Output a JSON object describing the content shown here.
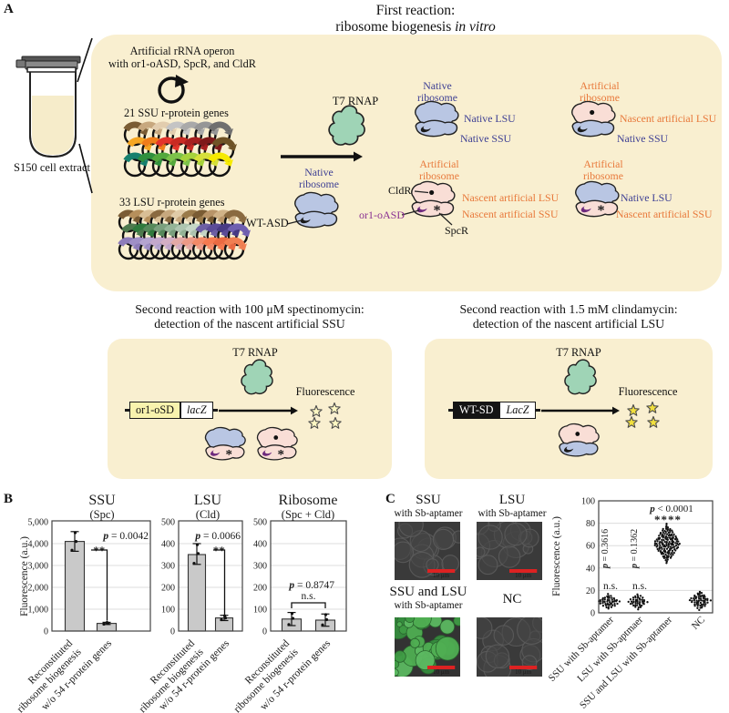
{
  "colors": {
    "box-bg": "#f9efd0",
    "navy": "#3d3f94",
    "orange": "#e8783a",
    "purple": "#8a3192",
    "teal": "#9fd4b6",
    "blue": "#b9c6e3",
    "pink": "#f9ded6",
    "dark-purple": "#6e2a7e",
    "bar": "#c9c9c9",
    "red": "#dd2222",
    "micro-bg": "#3a3a3a",
    "green": "#46a24e",
    "gene-yellow": "#f8f3ae",
    "star-left": "#fdf7c3",
    "star-right": "#f1df3e",
    "grid": "#dcdcdc"
  },
  "panelA": {
    "label": "A",
    "title1": "First reaction:",
    "title2a": "ribosome biogenesis ",
    "title2b": "in vitro",
    "tube_label": "S150 cell extract",
    "operon1": "Artificial rRNA operon",
    "operon2": "with or1-oASD, SpcR, and CldR",
    "ssu_genes": "21 SSU r-protein genes",
    "lsu_genes": "33 LSU r-protein genes",
    "t7": "T7 RNAP",
    "native1": "Native",
    "native2": "ribosome",
    "wt_asd": "WT-ASD",
    "cldr": "CldR",
    "or1_oasd": "or1-oASD",
    "spcr": "SpcR",
    "products": [
      {
        "t1": "Native",
        "t2": "ribosome",
        "lsu": "Native LSU",
        "ssu": "Native SSU"
      },
      {
        "t1": "Artificial",
        "t2": "ribosome",
        "lsu": "Nascent artificial LSU",
        "ssu": "Native SSU"
      },
      {
        "t1": "Artificial",
        "t2": "ribosome",
        "lsu": "Nascent artificial LSU",
        "ssu": "Nascent artificial SSU"
      },
      {
        "t1": "Artificial",
        "t2": "ribosome",
        "lsu": "Native LSU",
        "ssu": "Nascent artificial SSU"
      }
    ],
    "gene_colors_ssu": [
      [
        "#7a5c34",
        "#c7a87e",
        "#e2cdae",
        "#c4c4c4",
        "#a9a9a9",
        "#969696",
        "#6f6f6f"
      ],
      [
        "#f5a623",
        "#ef7d1a",
        "#e3342b",
        "#c92a23",
        "#a61f1f",
        "#7e1a1a",
        "#6f5326"
      ],
      [
        "#16806e",
        "#2f8f3d",
        "#53a83c",
        "#7cc24a",
        "#a6d23c",
        "#d6e03a",
        "#f6ea00"
      ]
    ],
    "gene_colors_lsu": [
      [
        "#7a5c34",
        "#b6905c",
        "#d9bf96",
        "#8a6a40",
        "#c7a87e",
        "#e0cba8",
        "#9a7a4a",
        "#7a5c34",
        "#b89468",
        "#d0b287",
        "#8a6a40"
      ],
      [
        "#4e7a4e",
        "#2f7a3d",
        "#56895b",
        "#7aa07e",
        "#94b497",
        "#aec5b0",
        "#c5d6c6",
        "#6d5fa4",
        "#5b4b97",
        "#483a85",
        "#6f5fb0"
      ],
      [
        "#8d7cba",
        "#9f8fc6",
        "#b4a4d0",
        "#c3a8cc",
        "#d3aec4",
        "#e3a9a6",
        "#ec9a87",
        "#f28a68",
        "#f57a50",
        "#ea6a42",
        "#f07f52"
      ]
    ]
  },
  "reaction_left": {
    "title1": "Second reaction with 100 μM spectinomycin:",
    "title2": "detection of the nascent artificial SSU",
    "t7": "T7 RNAP",
    "box1": "or1-oSD",
    "box2": "lacZ",
    "fluorescence": "Fluorescence"
  },
  "reaction_right": {
    "title1": "Second reaction with 1.5 mM clindamycin:",
    "title2": "detection of the nascent artificial LSU",
    "t7": "T7 RNAP",
    "box1": "WT-SD",
    "box2": "LacZ",
    "fluorescence": "Fluorescence"
  },
  "panelB": {
    "label": "B"
  },
  "panelC": {
    "label": "C",
    "images": [
      {
        "t1": "SSU",
        "t2": "with Sb-aptamer",
        "mode": "gray"
      },
      {
        "t1": "LSU",
        "t2": "with Sb-aptamer",
        "mode": "gray"
      },
      {
        "t1": "SSU and LSU",
        "t2": "with Sb-aptamer",
        "mode": "green"
      },
      {
        "t1": "NC",
        "t2": "",
        "mode": "gray"
      }
    ],
    "scalebar": "10 μm"
  },
  "chart_data": [
    {
      "type": "bar",
      "title": "SSU",
      "subtitle": "(Spc)",
      "ylabel": "Fluorescence (a.u.)",
      "xlabel": "",
      "ylim": [
        0,
        5000
      ],
      "yticks": [
        "0",
        "1,000",
        "2,000",
        "3,000",
        "4,000",
        "5,000"
      ],
      "categories": [
        "Reconstituted ribosome biogenesis",
        "w/o 54 r-protein genes"
      ],
      "categories_lines": [
        [
          "Reconstituted",
          "ribosome biogenesis"
        ],
        [
          "w/o 54 r-protein genes"
        ]
      ],
      "values": [
        4100,
        350
      ],
      "error_low": [
        3650,
        300
      ],
      "error_high": [
        4550,
        400
      ],
      "points": [
        [
          3700,
          4100,
          4500
        ],
        [
          315,
          350,
          390
        ]
      ],
      "p_value": "p = 0.0042",
      "significance": "**",
      "grid": true
    },
    {
      "type": "bar",
      "title": "LSU",
      "subtitle": "(Cld)",
      "ylabel": "",
      "xlabel": "",
      "ylim": [
        0,
        500
      ],
      "yticks": [
        "0",
        "100",
        "200",
        "300",
        "400",
        "500"
      ],
      "categories": [
        "Reconstituted ribosome biogenesis",
        "w/o 54 r-protein genes"
      ],
      "categories_lines": [
        [
          "Reconstituted",
          "ribosome biogenesis"
        ],
        [
          "w/o 54 r-protein genes"
        ]
      ],
      "values": [
        350,
        60
      ],
      "error_low": [
        305,
        48
      ],
      "error_high": [
        400,
        72
      ],
      "points": [
        [
          310,
          355,
          395
        ],
        [
          52,
          60,
          70
        ]
      ],
      "p_value": "p = 0.0066",
      "significance": "**",
      "grid": true
    },
    {
      "type": "bar",
      "title": "Ribosome",
      "subtitle": "(Spc + Cld)",
      "ylabel": "",
      "xlabel": "",
      "ylim": [
        0,
        500
      ],
      "yticks": [
        "0",
        "100",
        "200",
        "300",
        "400",
        "500"
      ],
      "categories": [
        "Reconstituted ribosome biogenesis",
        "w/o 54 r-protein genes"
      ],
      "categories_lines": [
        [
          "Reconstituted",
          "ribosome biogenesis"
        ],
        [
          "w/o 54 r-protein genes"
        ]
      ],
      "values": [
        55,
        50
      ],
      "error_low": [
        25,
        22
      ],
      "error_high": [
        85,
        78
      ],
      "points": [
        [
          30,
          58,
          80
        ],
        [
          28,
          52,
          75
        ]
      ],
      "p_value": "p = 0.8747",
      "significance": "n.s.",
      "grid": true
    },
    {
      "type": "beeswarm",
      "title": "",
      "ylabel": "Fluorescence (a.u.)",
      "xlabel": "",
      "ylim": [
        0,
        100
      ],
      "yticks": [
        "0",
        "20",
        "40",
        "60",
        "80",
        "100"
      ],
      "categories": [
        "SSU with Sb-aptamer",
        "LSU with Sb-aptmaer",
        "SSU and LSU with Sb-aptamer",
        "NC"
      ],
      "clusters": [
        {
          "median": 10,
          "range": [
            4,
            17
          ],
          "n": 55
        },
        {
          "median": 10,
          "range": [
            5,
            15
          ],
          "n": 55
        },
        {
          "median": 62,
          "range": [
            45,
            80
          ],
          "n": 60
        },
        {
          "median": 11,
          "range": [
            4,
            20
          ],
          "n": 55
        }
      ],
      "annotations": [
        {
          "text": "p = 0.3616",
          "sub": "n.s."
        },
        {
          "text": "p = 0.1362",
          "sub": "n.s."
        },
        {
          "text": "p < 0.0001",
          "sub": "****"
        },
        null
      ],
      "grid": true
    }
  ]
}
